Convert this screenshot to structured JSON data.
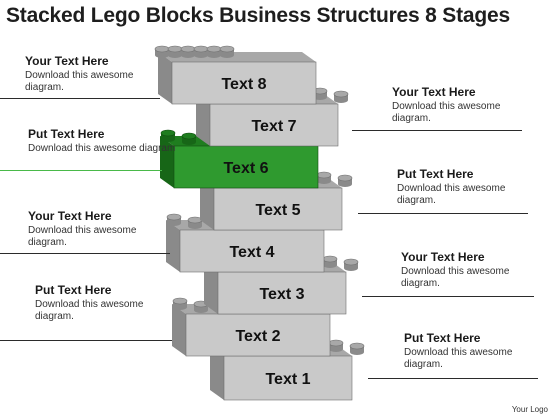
{
  "title": "Stacked Lego Blocks Business Structures 8 Stages",
  "blocks": [
    {
      "label": "Text 1",
      "color": "gray"
    },
    {
      "label": "Text 2",
      "color": "gray"
    },
    {
      "label": "Text 3",
      "color": "gray"
    },
    {
      "label": "Text 4",
      "color": "gray"
    },
    {
      "label": "Text 5",
      "color": "gray"
    },
    {
      "label": "Text 6",
      "color": "green"
    },
    {
      "label": "Text 7",
      "color": "gray"
    },
    {
      "label": "Text 8",
      "color": "gray"
    }
  ],
  "callouts": [
    {
      "heading": "Your Text Here",
      "body": "Download this awesome diagram."
    },
    {
      "heading": "Put Text Here",
      "body": "Download this awesome diagram"
    },
    {
      "heading": "Your Text Here",
      "body": "Download this awesome diagram."
    },
    {
      "heading": "Put Text Here",
      "body": "Download this awesome diagram."
    },
    {
      "heading": "Your Text Here",
      "body": "Download this awesome diagram."
    },
    {
      "heading": "Put Text Here",
      "body": "Download this awesome diagram."
    },
    {
      "heading": "Your Text Here",
      "body": "Download this awesome diagram."
    },
    {
      "heading": "Put Text Here",
      "body": "Download this awesome diagram."
    }
  ],
  "logo": "Your Logo",
  "colors": {
    "gray_front": "#c9c9c9",
    "gray_top": "#a8a8a8",
    "gray_side": "#8a8a8a",
    "green_front": "#2f9a2f",
    "green_top": "#1f7d1f",
    "green_side": "#176617",
    "highlight_line": "#49b949"
  }
}
